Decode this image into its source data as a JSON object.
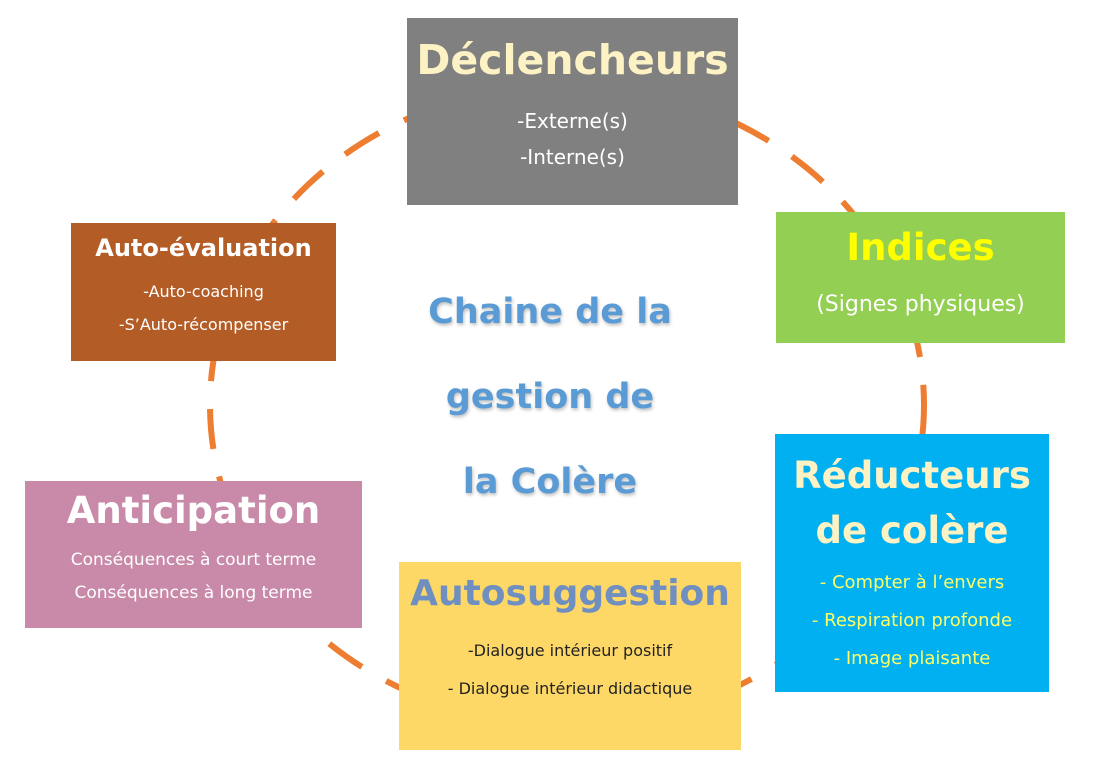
{
  "title_lines": [
    "Chaine de la",
    "gestion de",
    "la Colère"
  ],
  "boxes": {
    "declencheurs": {
      "title": "Déclencheurs",
      "lines": [
        "-Externe(s)",
        "-Interne(s)"
      ],
      "color": "#808080"
    },
    "indices": {
      "title": "Indices",
      "lines": [
        "(Signes physiques)"
      ],
      "color": "#93cf52"
    },
    "reducteurs": {
      "title_lines": [
        "Réducteurs",
        "de colère"
      ],
      "lines": [
        "- Compter à l’envers",
        "- Respiration profonde",
        "- Image plaisante"
      ],
      "color": "#00b0f0"
    },
    "autosuggestion": {
      "title": "Autosuggestion",
      "lines": [
        "-Dialogue intérieur positif",
        "- Dialogue intérieur  didactique"
      ],
      "color": "#fdd866"
    },
    "anticipation": {
      "title": "Anticipation",
      "lines": [
        "Conséquences à court terme",
        "Conséquences à long terme"
      ],
      "color": "#c88aa8"
    },
    "auto_evaluation": {
      "title": "Auto-évaluation",
      "lines": [
        "-Auto-coaching",
        "-S’Auto-récompenser"
      ],
      "color": "#b35c25"
    }
  },
  "ring_color": "#ed7d31"
}
